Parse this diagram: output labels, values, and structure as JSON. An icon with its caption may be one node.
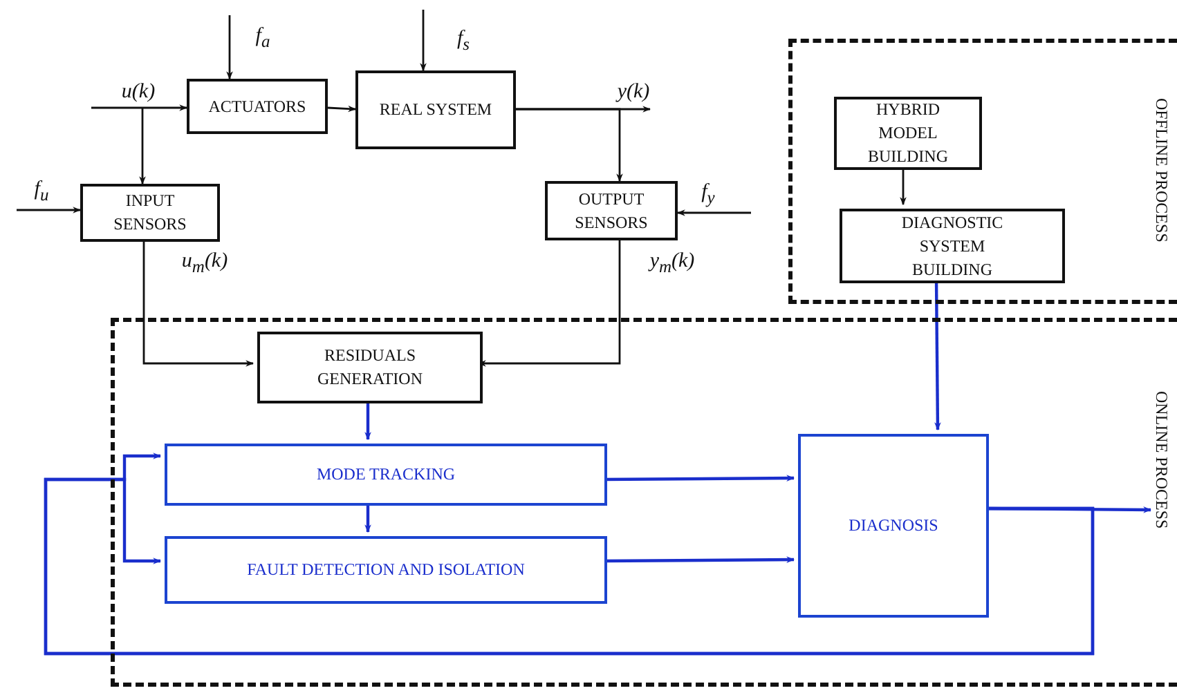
{
  "diagram": {
    "nodes": [
      {
        "text": [
          "ACTUATORS"
        ]
      },
      {
        "text": [
          "REAL SYSTEM"
        ]
      },
      {
        "text": [
          "INPUT SENSORS"
        ]
      },
      {
        "text": [
          "OUTPUT SENSORS"
        ]
      },
      {
        "text": [
          "OFFLINE PROCESS"
        ]
      },
      {
        "text": [
          "HYBRID MODEL BUILDING"
        ],
        "in": 4
      },
      {
        "text": [
          "DIAGNOSTIC SYSTEM BUILDING"
        ],
        "in": 4
      },
      {
        "text": [
          "ONLINE PROCESS"
        ]
      },
      {
        "text": [
          "RESIDUALS GENERATION"
        ],
        "in": 7
      },
      {
        "text": [
          "MODE TRACKING"
        ],
        "in": 7
      },
      {
        "text": [
          "FAULT DETECTION AND ISOLATION"
        ],
        "in": 7
      },
      {
        "text": [
          "DIAGNOSIS"
        ],
        "in": 7
      }
    ],
    "edges": [
      {
        "from": null,
        "to": 0,
        "arrow": "to",
        "label": "u(k)"
      },
      {
        "from": null,
        "to": 2,
        "arrow": "to"
      },
      {
        "from": null,
        "to": 0,
        "arrow": "to",
        "label": "f$_{a}$"
      },
      {
        "from": null,
        "to": 1,
        "arrow": "to",
        "label": "f$_{s}$"
      },
      {
        "from": 0,
        "to": 1,
        "arrow": "to"
      },
      {
        "from": 1,
        "to": null,
        "arrow": "to",
        "label": "y(k)"
      },
      {
        "from": 1,
        "to": 3,
        "arrow": "to"
      },
      {
        "from": null,
        "to": 2,
        "arrow": "to",
        "label": "f$_{u}$"
      },
      {
        "from": null,
        "to": 3,
        "arrow": "to",
        "label": "f$_{y}$"
      },
      {
        "from": 2,
        "to": 8,
        "arrow": "to",
        "label": "u$_{m}$(k)"
      },
      {
        "from": 3,
        "to": 8,
        "arrow": "to",
        "label": "y$_{m}$(k)"
      },
      {
        "from": 5,
        "to": 6,
        "arrow": "to"
      },
      {
        "from": 6,
        "to": 11,
        "arrow": "to",
        "color": "#1a2ecc"
      },
      {
        "from": 8,
        "to": 9,
        "arrow": "to",
        "color": "#1a2ecc"
      },
      {
        "from": 9,
        "to": 10,
        "arrow": "to",
        "color": "#1a2ecc"
      },
      {
        "from": 9,
        "to": 11,
        "arrow": "to",
        "color": "#1a2ecc"
      },
      {
        "from": 10,
        "to": 11,
        "arrow": "to",
        "color": "#1a2ecc"
      },
      {
        "from": 11,
        "to": null,
        "arrow": "to",
        "color": "#1a2ecc"
      },
      {
        "from": 11,
        "to": 9,
        "arrow": "to",
        "color": "#1a2ecc"
      },
      {
        "from": 11,
        "to": 10,
        "arrow": "to",
        "color": "#1a2ecc"
      }
    ]
  }
}
